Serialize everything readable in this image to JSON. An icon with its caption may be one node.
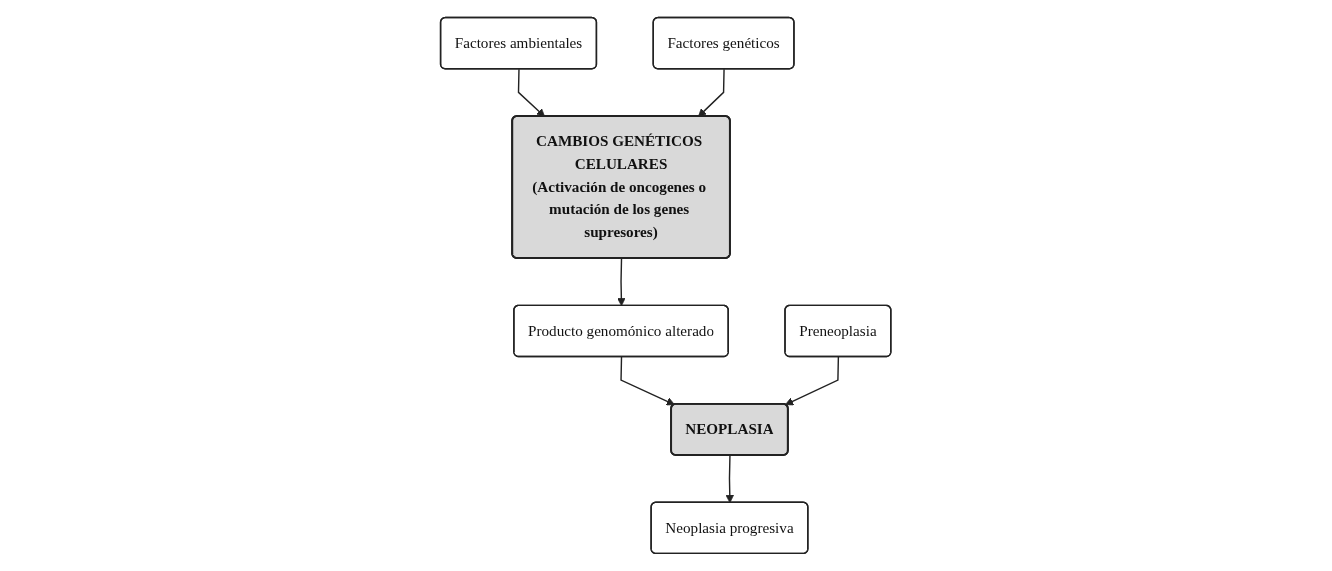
{
  "diagram": {
    "nodes": [
      {
        "text": [
          "Factores ambientales"
        ]
      },
      {
        "text": [
          "Factores genéticos"
        ]
      },
      {
        "text": [
          "CAMBIOS GENÉTICOS CELULARES",
          "(Activación de oncogenes o mutación de los genes supresores)"
        ]
      },
      {
        "text": [
          "Producto genomónico alterado"
        ]
      },
      {
        "text": [
          "Preneoplasia"
        ]
      },
      {
        "text": [
          "NEOPLASIA"
        ]
      },
      {
        "text": [
          "Neoplasia progresiva"
        ]
      }
    ],
    "edges": [
      {
        "from": 0,
        "to": 2,
        "arrow": "to"
      },
      {
        "from": 1,
        "to": 2,
        "arrow": "to"
      },
      {
        "from": 2,
        "to": 3,
        "arrow": "to"
      },
      {
        "from": 3,
        "to": 5,
        "arrow": "to"
      },
      {
        "from": 4,
        "to": 5,
        "arrow": "to"
      },
      {
        "from": 5,
        "to": 6,
        "arrow": "to"
      }
    ]
  }
}
